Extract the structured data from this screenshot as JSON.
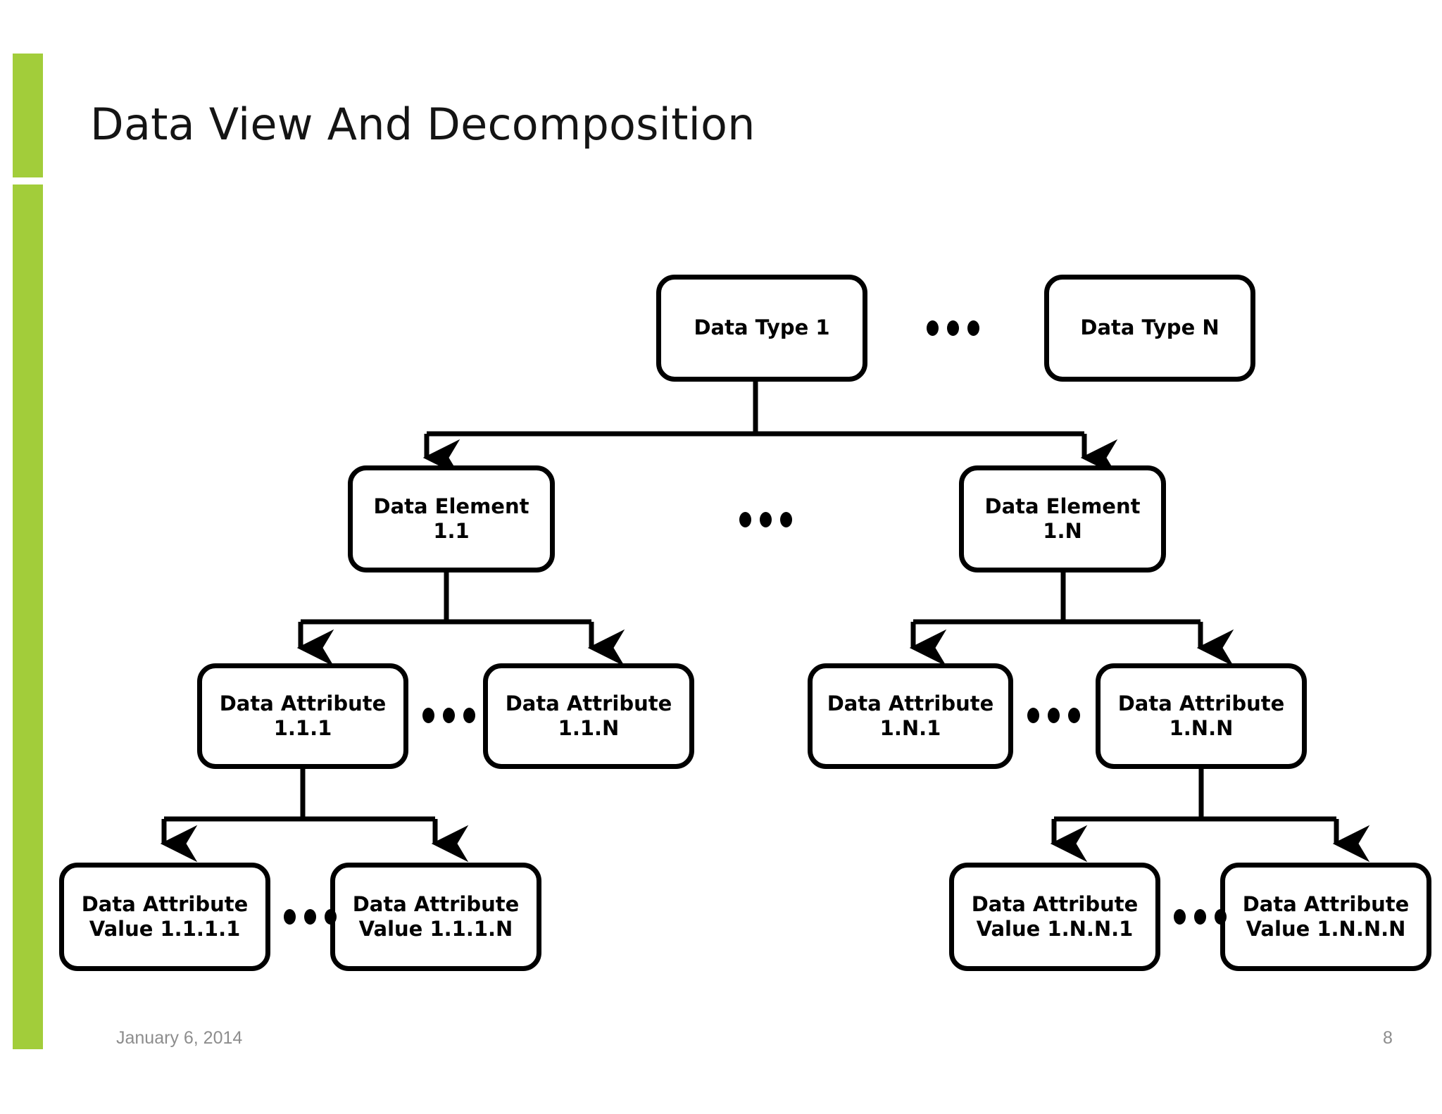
{
  "slide": {
    "title": "Data View And Decomposition",
    "accent_color": "#A2CD3A",
    "footer": {
      "date": "January 6, 2014",
      "page_number": "8"
    }
  },
  "diagram": {
    "type": "hierarchy-tree",
    "ellipsis_label": "...",
    "levels": [
      {
        "name": "data-type",
        "nodes": [
          {
            "id": "type-1",
            "label": "Data Type 1"
          },
          {
            "id": "type-n",
            "label": "Data Type N"
          }
        ]
      },
      {
        "name": "data-element",
        "nodes": [
          {
            "id": "element-1-1",
            "label": "Data Element 1.1"
          },
          {
            "id": "element-1-n",
            "label": "Data Element 1.N"
          }
        ]
      },
      {
        "name": "data-attribute",
        "nodes": [
          {
            "id": "attribute-1-1-1",
            "line1": "Data Attribute",
            "line2": "1.1.1"
          },
          {
            "id": "attribute-1-1-n",
            "line1": "Data Attribute",
            "line2": "1.1.N"
          },
          {
            "id": "attribute-1-n-1",
            "line1": "Data Attribute",
            "line2": "1.N.1"
          },
          {
            "id": "attribute-1-n-n",
            "line1": "Data Attribute",
            "line2": "1.N.N"
          }
        ]
      },
      {
        "name": "data-attribute-value",
        "nodes": [
          {
            "id": "value-1-1-1-1",
            "line1": "Data Attribute",
            "line2": "Value 1.1.1.1"
          },
          {
            "id": "value-1-1-1-n",
            "line1": "Data Attribute",
            "line2": "Value 1.1.1.N"
          },
          {
            "id": "value-1-n-n-1",
            "line1": "Data Attribute",
            "line2": "Value 1.N.N.1"
          },
          {
            "id": "value-1-n-n-n",
            "line1": "Data Attribute",
            "line2": "Value 1.N.N.N"
          }
        ]
      }
    ]
  }
}
